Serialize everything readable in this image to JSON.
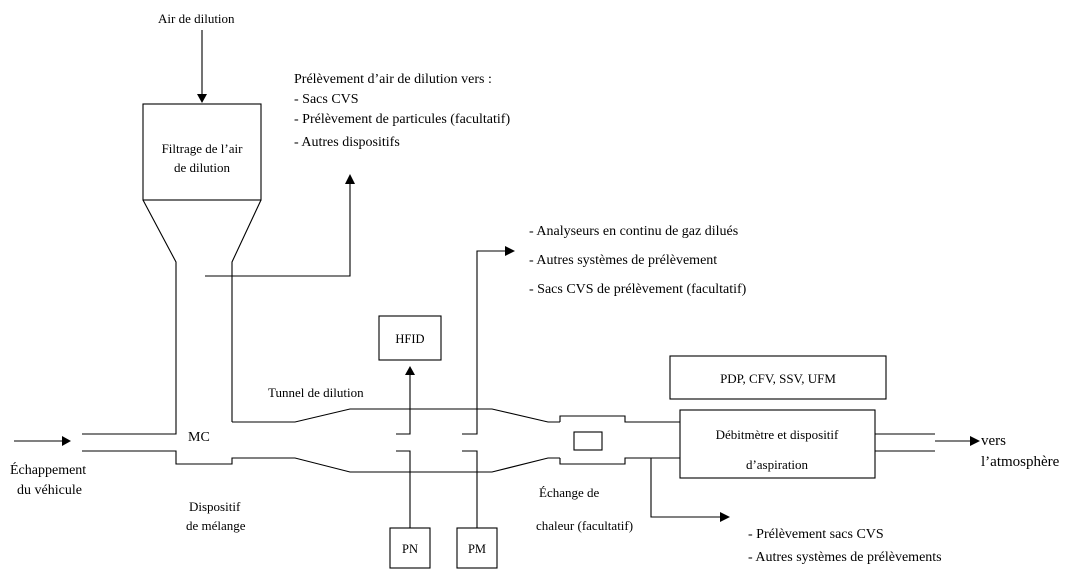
{
  "labels": {
    "air_dilution": "Air de dilution",
    "filter_line1": "Filtrage de l’air",
    "filter_line2": "de dilution",
    "sampling_title": "Prélèvement d’air de dilution vers :",
    "sampling_items": [
      "- Sacs CVS",
      "- Prélèvement de particules (facultatif)",
      "- Autres dispositifs"
    ],
    "analyzers_items": [
      "- Analyseurs en continu de gaz dilués",
      "- Autres systèmes de prélèvement",
      "- Sacs CVS de prélèvement (facultatif)"
    ],
    "hfid": "HFID",
    "pdp": "PDP, CFV, SSV, UFM",
    "flowmeter_line1": "Débitmètre et dispositif",
    "flowmeter_line2": "d’aspiration",
    "tunnel": "Tunnel de dilution",
    "mc": "MC",
    "exhaust_line1": "Échappement",
    "exhaust_line2": "du véhicule",
    "mixing_line1": "Dispositif",
    "mixing_line2": "de mélange",
    "heat_line1": "Échange de",
    "heat_line2": "chaleur (facultatif)",
    "pn": "PN",
    "pm": "PM",
    "vers_line1": "vers",
    "vers_line2": "l’atmosphère",
    "bags_items": [
      "- Prélèvement sacs CVS",
      "- Autres systèmes de prélèvements"
    ]
  }
}
